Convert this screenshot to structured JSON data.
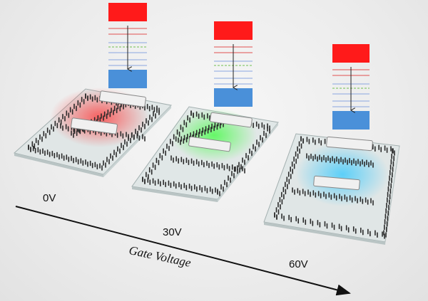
{
  "panels": [
    {
      "voltage_label": "0V",
      "glow_color": "#ff3030"
    },
    {
      "voltage_label": "30V",
      "glow_color": "#30ff30"
    },
    {
      "voltage_label": "60V",
      "glow_color": "#30c8ff"
    }
  ],
  "axis": {
    "label": "Gate Voltage"
  },
  "colors": {
    "band_top": "#ff1a1a",
    "band_bottom": "#4a90d9",
    "level_red": "#e05050",
    "level_blue": "#8aa6e0",
    "level_dashed": "#6fbf4f"
  }
}
